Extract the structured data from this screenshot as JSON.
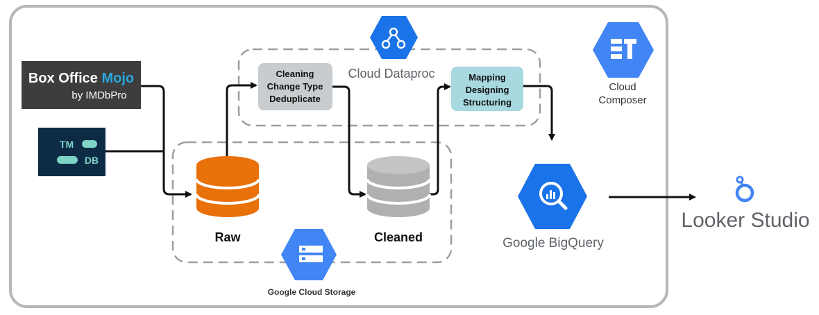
{
  "sources": {
    "box_office_mojo": {
      "title": "Box Office Mojo",
      "title_part1": "Box Office ",
      "title_part2": "Mojo",
      "subtitle": "by IMDbPro"
    },
    "tmdb": {
      "top": "TM",
      "bottom": "DB"
    }
  },
  "steps": {
    "cleaning": [
      "Cleaning",
      "Change Type",
      "Deduplicate"
    ],
    "mapping": [
      "Mapping",
      "Designing",
      "Structuring"
    ]
  },
  "services": {
    "dataproc": "Cloud Dataproc",
    "composer": [
      "Cloud",
      "Composer"
    ],
    "bigquery": "Google BigQuery",
    "storage": "Google Cloud Storage",
    "looker": "Looker Studio"
  },
  "buckets": {
    "raw": "Raw",
    "cleaned": "Cleaned"
  },
  "colors": {
    "frame": "#b7b7b7",
    "dashed": "#9e9e9e",
    "google_blue": "#1a73e8",
    "google_blue_light": "#4285f4",
    "raw_orange": "#e8710a",
    "cleaned_gray": "#b0b0b0",
    "cleaning_box": "#c8ccce",
    "mapping_box": "#a8d8e0",
    "tmdb_bg": "#0d2b45",
    "tmdb_accent": "#7ed3c4",
    "mojo_bg": "#3d3d3d",
    "mojo_blue": "#2aa7dd"
  },
  "icons": {
    "dataproc": "dataproc-icon",
    "composer": "cloud-composer-icon",
    "bigquery": "bigquery-icon",
    "storage": "cloud-storage-icon",
    "looker": "looker-studio-icon"
  }
}
